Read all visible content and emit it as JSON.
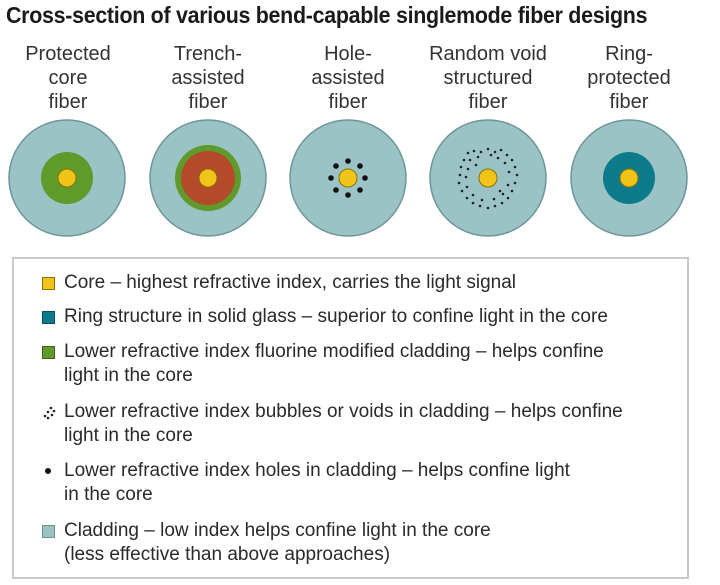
{
  "title": "Cross-section of various bend-capable singlemode fiber designs",
  "fibers": [
    {
      "label_lines": [
        "Protected",
        "core",
        "fiber"
      ],
      "design": "fluorine-trench-core"
    },
    {
      "label_lines": [
        "Trench-",
        "assisted",
        "fiber"
      ],
      "design": "trench-assisted"
    },
    {
      "label_lines": [
        "Hole-",
        "assisted",
        "fiber"
      ],
      "design": "hole-assisted"
    },
    {
      "label_lines": [
        "Random void",
        "structured",
        "fiber"
      ],
      "design": "random-void"
    },
    {
      "label_lines": [
        "Ring-",
        "protected",
        "fiber"
      ],
      "design": "ring-protected"
    }
  ],
  "colors": {
    "core": "#f0c419",
    "ring": "#0e7b8c",
    "fluorine_cladding": "#5f9a2a",
    "trench_red": "#b44a2b",
    "cladding": "#9bc2c4",
    "hole": "#111111"
  },
  "legend": [
    {
      "swatch": "core",
      "lines": [
        "Core – highest refractive index, carries the light signal"
      ]
    },
    {
      "swatch": "ring",
      "lines": [
        "Ring structure in solid glass – superior to confine light in the core"
      ]
    },
    {
      "swatch": "fluorine",
      "lines": [
        "Lower refractive index fluorine modified cladding – helps confine",
        "light in the core"
      ]
    },
    {
      "swatch": "voids",
      "lines": [
        "Lower refractive index bubbles or voids in cladding – helps confine",
        "light in the core"
      ]
    },
    {
      "swatch": "hole",
      "lines": [
        "Lower refractive index holes in cladding – helps confine light",
        "in the core"
      ]
    },
    {
      "swatch": "cladding",
      "lines": [
        "Cladding – low index helps confine light in the core",
        "(less effective than above approaches)"
      ]
    }
  ]
}
